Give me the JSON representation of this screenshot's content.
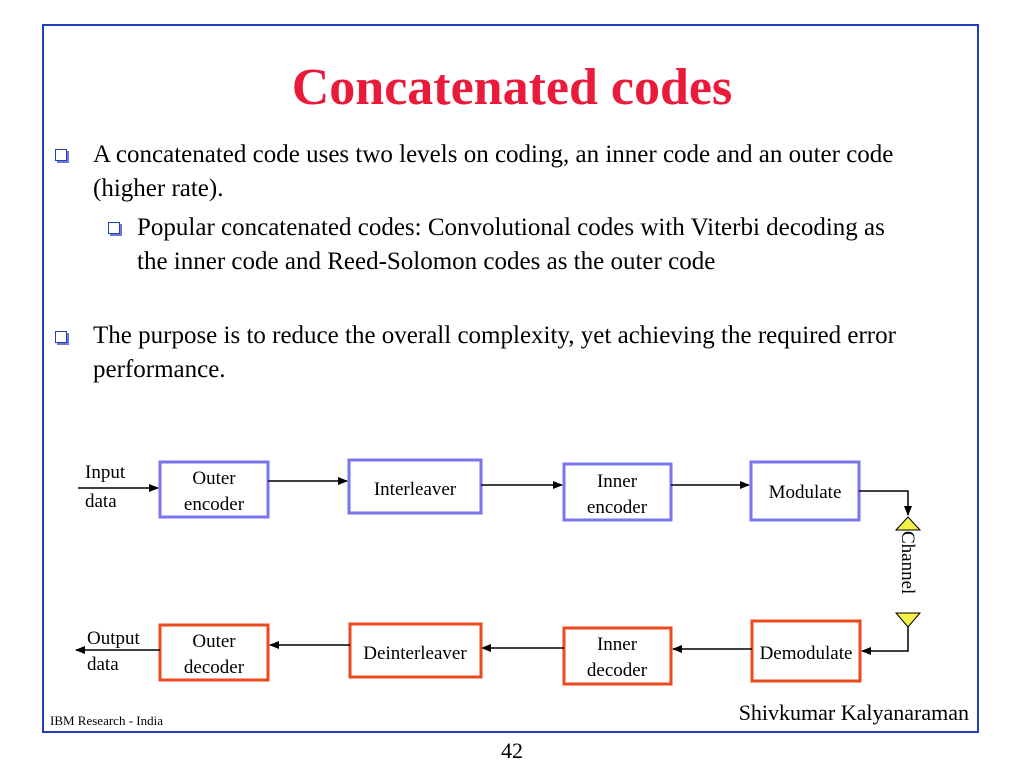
{
  "slide": {
    "title": "Concatenated codes",
    "bullets": [
      "A concatenated code uses two levels on coding, an inner code and an outer code (higher rate).",
      "Popular concatenated codes: Convolutional codes with Viterbi decoding as the inner code and Reed-Solomon codes as the outer code",
      "The purpose is to reduce the overall complexity, yet achieving the required error performance."
    ],
    "footer_left": "IBM Research - India",
    "footer_right": "Shivkumar Kalyanaraman",
    "page_number": "42"
  },
  "diagram": {
    "input_label_1": "Input",
    "input_label_2": "data",
    "output_label_1": "Output",
    "output_label_2": "data",
    "tx_blocks": [
      {
        "line1": "Outer",
        "line2": "encoder"
      },
      {
        "line1": "Interleaver",
        "line2": ""
      },
      {
        "line1": "Inner",
        "line2": "encoder"
      },
      {
        "line1": "Modulate",
        "line2": ""
      }
    ],
    "rx_blocks": [
      {
        "line1": "Outer",
        "line2": "decoder"
      },
      {
        "line1": "Deinterleaver",
        "line2": ""
      },
      {
        "line1": "Inner",
        "line2": "decoder"
      },
      {
        "line1": "Demodulate",
        "line2": ""
      }
    ],
    "channel_label": "Channel",
    "colors": {
      "tx_border": "#7a74ee",
      "rx_border": "#ea4a1d",
      "channel_fill": "#f2ee4a",
      "title": "#ea1b3a",
      "frame": "#1f3fbf"
    }
  }
}
